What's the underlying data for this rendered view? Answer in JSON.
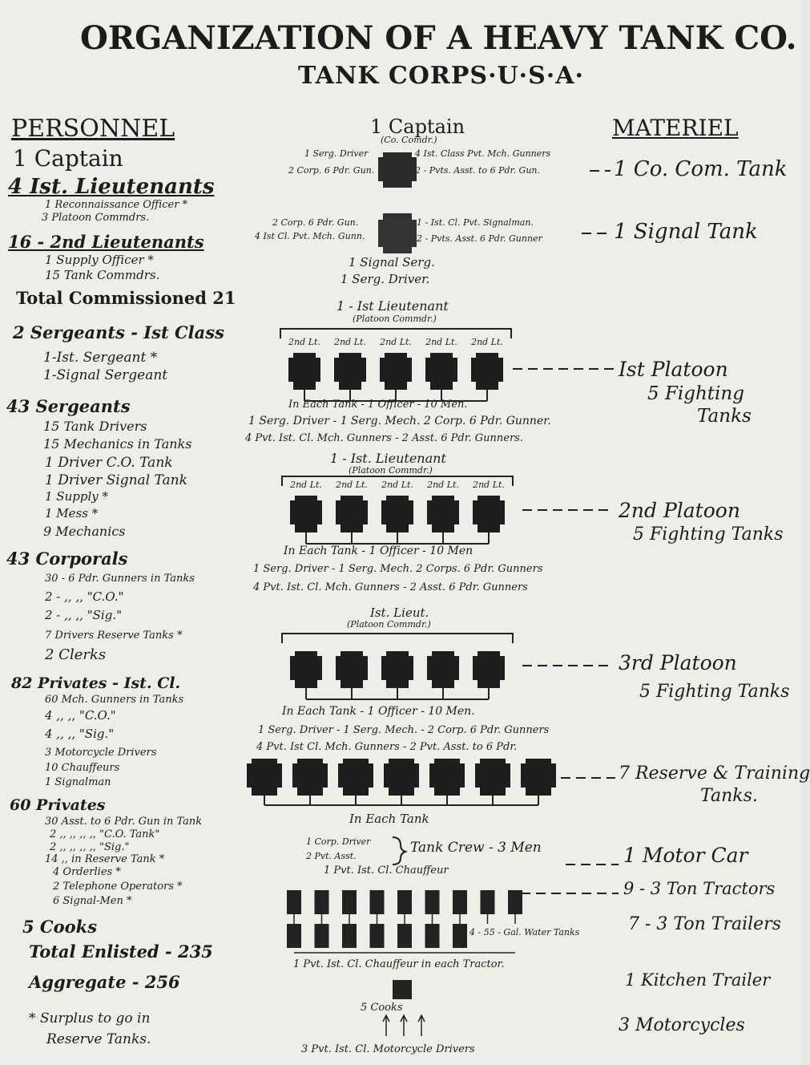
{
  "title": "ORGANIZATION OF A HEAVY TANK CO.",
  "subtitle": "TANK CORPS·U·S·A·",
  "personnel": {
    "heading": "PERSONNEL",
    "captain": "1 Captain",
    "first_lts": "4 Ist. Lieutenants",
    "first_lts_1": "1 Reconnaissance Officer *",
    "first_lts_2": "3 Platoon Commdrs.",
    "second_lts": "16 - 2nd Lieutenants",
    "second_lts_1": "1 Supply Officer *",
    "second_lts_2": "15 Tank Commdrs.",
    "total_commissioned": "Total Commissioned 21",
    "sgt_first": "2 Sergeants - Ist Class",
    "sgt_first_1": "1-Ist. Sergeant *",
    "sgt_first_2": "1-Signal Sergeant",
    "sgts": "43 Sergeants",
    "sgts_1": "15 Tank Drivers",
    "sgts_2": "15 Mechanics in Tanks",
    "sgts_3": "1 Driver C.O. Tank",
    "sgts_4": "1 Driver Signal Tank",
    "sgts_5": "1 Supply *",
    "sgts_6": "1 Mess *",
    "sgts_7": "9 Mechanics",
    "corporals": "43 Corporals",
    "corp_1": "30 - 6 Pdr. Gunners in Tanks",
    "corp_2": "2 -  ,,      ,,    \"C.O.\"",
    "corp_3": "2 -  ,,      ,,    \"Sig.\"",
    "corp_4": "7 Drivers Reserve Tanks *",
    "corp_5": "2 Clerks",
    "pvt1": "82 Privates - Ist. Cl.",
    "pvt1_1": "60 Mch. Gunners in Tanks",
    "pvt1_2": "4     ,,      ,,    \"C.O.\"",
    "pvt1_3": "4     ,,      ,,    \"Sig.\"",
    "pvt1_4": "3 Motorcycle Drivers",
    "pvt1_5": "10 Chauffeurs",
    "pvt1_6": "1 Signalman",
    "pvt": "60 Privates",
    "pvt_1": "30 Asst. to 6 Pdr. Gun in Tank",
    "pvt_2": "2  ,,   ,,   ,,   ,,   \"C.O. Tank\"",
    "pvt_3": "2  ,,   ,,   ,,   ,,   \"Sig.\"",
    "pvt_4": "14   ,,  in Reserve Tank *",
    "pvt_5": "4 Orderlies *",
    "pvt_6": "2 Telephone Operators *",
    "pvt_7": "6 Signal-Men *",
    "cooks": "5 Cooks",
    "total_enlisted": "Total Enlisted - 235",
    "aggregate": "Aggregate - 256",
    "footnote_1": "* Surplus to go in",
    "footnote_2": "Reserve Tanks."
  },
  "center": {
    "captain": "1 Captain",
    "captain_sub": "(Co. Comdr.)",
    "cc_left_1": "1 Serg. Driver",
    "cc_left_2": "2 Corp. 6 Pdr. Gun.",
    "cc_right_1": "4 Ist. Class Pvt. Mch. Gunners",
    "cc_right_2": "2 - Pvts. Asst. to 6 Pdr. Gun.",
    "sig_left_1": "2 Corp. 6 Pdr. Gun.",
    "sig_left_2": "4 Ist Cl. Pvt. Mch. Gunn.",
    "sig_right_1": "1 - Ist. Cl. Pvt. Signalman.",
    "sig_right_2": "2 - Pvts. Asst. 6 Pdr. Gunner",
    "sig_below_1": "1 Signal Serg.",
    "sig_below_2": "1 Serg. Driver.",
    "p1_head": "1 - Ist Lieutenant",
    "p1_sub": "(Platoon Commdr.)",
    "p2_head": "1 - Ist. Lieutenant",
    "p2_sub": "(Platoon Commdr.)",
    "p3_head": "Ist. Lieut.",
    "p3_sub": "(Platoon Commdr.)",
    "tank_lbl": "2nd Lt.",
    "p1_c1": "In Each Tank - 1 Officer - 10 Men.",
    "p1_c2": "1 Serg. Driver - 1 Serg. Mech. 2 Corp. 6 Pdr. Gunner.",
    "p1_c3": "4 Pvt. Ist. Cl. Mch. Gunners - 2 Asst. 6 Pdr. Gunners.",
    "p2_c1": "In Each Tank - 1 Officer - 10 Men",
    "p2_c2": "1 Serg. Driver - 1 Serg. Mech. 2 Corps. 6 Pdr. Gunners",
    "p2_c3": "4 Pvt. Ist. Cl. Mch. Gunners - 2 Asst. 6 Pdr. Gunners",
    "p3_c1": "In Each Tank - 1 Officer - 10 Men.",
    "p3_c2": "1 Serg. Driver - 1 Serg. Mech. - 2 Corp. 6 Pdr. Gunners",
    "p3_c3": "4 Pvt. Ist Cl. Mch. Gunners - 2 Pvt. Asst. to 6 Pdr.",
    "res_cap": "In Each Tank",
    "crew_1": "1 Corp. Driver",
    "crew_2": "2 Pvt. Asst.",
    "crew_3": "Tank Crew - 3 Men",
    "chauffeur": "1 Pvt. Ist. Cl. Chauffeur",
    "water": "4 - 55 - Gal. Water Tanks",
    "tractor_cap": "1 Pvt. Ist. Cl. Chauffeur in each Tractor.",
    "cooks": "5 Cooks",
    "moto": "3 Pvt. Ist. Cl. Motorcycle Drivers"
  },
  "materiel": {
    "heading": "MATERIEL",
    "m1": "1 Co. Com. Tank",
    "m2": "1 Signal Tank",
    "m3a": "Ist Platoon",
    "m3b": "5 Fighting",
    "m3c": "Tanks",
    "m4a": "2nd Platoon",
    "m4b": "5 Fighting Tanks",
    "m5a": "3rd Platoon",
    "m5b": "5 Fighting Tanks",
    "m6a": "7 Reserve & Training",
    "m6b": "Tanks.",
    "m7": "1 Motor Car",
    "m8": "9 - 3 Ton Tractors",
    "m9": "7 - 3 Ton Trailers",
    "m10": "1 Kitchen Trailer",
    "m11": "3 Motorcycles"
  }
}
